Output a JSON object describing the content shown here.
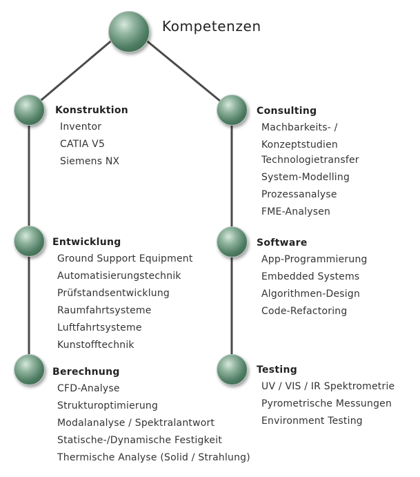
{
  "root": {
    "title": "Kompetenzen"
  },
  "sections": {
    "konstruktion": {
      "title": "Konstruktion",
      "items": [
        "Inventor",
        "CATIA V5",
        "Siemens NX"
      ]
    },
    "consulting": {
      "title": "Consulting",
      "items": [
        "Machbarkeits- /",
        "Konzeptstudien",
        "Technologietransfer",
        "System-Modelling",
        "Prozessanalyse",
        "FME-Analysen"
      ]
    },
    "entwicklung": {
      "title": "Entwicklung",
      "items": [
        "Ground Support Equipment",
        "Automatisierungstechnik",
        "Prüfstandsentwicklung",
        "Raumfahrtsysteme",
        "Luftfahrtsysteme",
        "Kunstofftechnik"
      ]
    },
    "software": {
      "title": "Software",
      "items": [
        "App-Programmierung",
        "Embedded Systems",
        "Algorithmen-Design",
        "Code-Refactoring"
      ]
    },
    "berechnung": {
      "title": "Berechnung",
      "items": [
        "CFD-Analyse",
        "Strukturoptimierung",
        "Modalanalyse / Spektralantwort",
        "Statische-/Dynamische Festigkeit",
        "Thermische Analyse (Solid / Strahlung)"
      ]
    },
    "testing": {
      "title": "Testing",
      "items": [
        "UV / VIS / IR Spektrometrie",
        "Pyrometrische Messungen",
        "Environment Testing"
      ]
    }
  },
  "colors": {
    "connector": "#4a4a4a",
    "node_dark": "#2f5a43",
    "node_light": "#d6e8dc"
  }
}
